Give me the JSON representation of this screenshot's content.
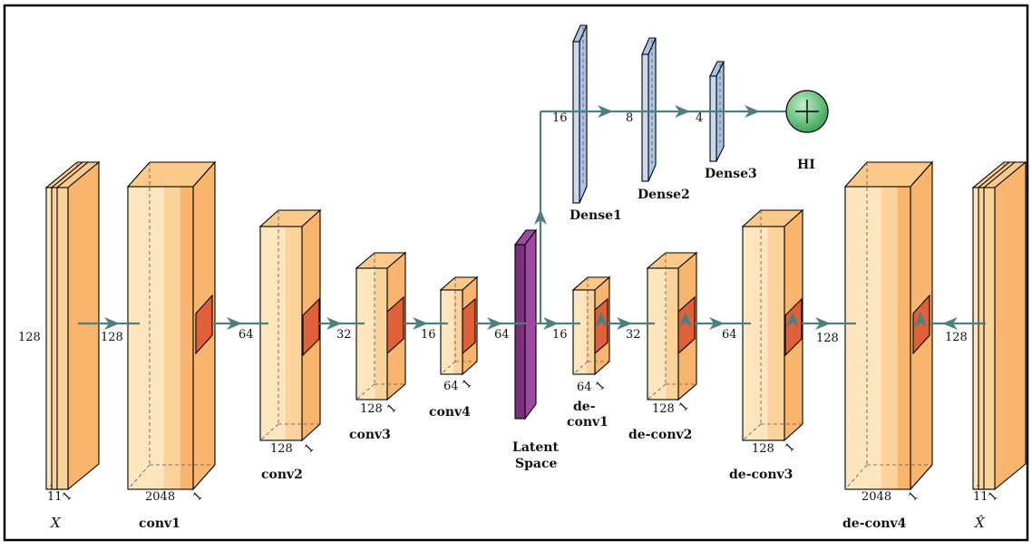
{
  "colors": {
    "front": "#FDE6BE",
    "front_light": "#FEEFD3",
    "front_mid": "#FAD29A",
    "side": "#F9B56E",
    "top": "#FBC98A",
    "edge": "#000000",
    "kernel": "#E0603A",
    "latent": "#7B2F7E",
    "latent_top": "#9C4AA0",
    "dense": "#C7DAF0",
    "dense_side": "#A9C4E4",
    "arrow": "#4E7F80",
    "hi_fill": "#6CC47F",
    "frame": "#000000"
  },
  "labels": {
    "input": "X",
    "output": "X̂",
    "conv1": "conv1",
    "conv2": "conv2",
    "conv3": "conv3",
    "conv4": "conv4",
    "latent_line1": "Latent",
    "latent_line2": "Space",
    "deconv1_line1": "de-",
    "deconv1_line2": "conv1",
    "deconv2": "de-conv2",
    "deconv3": "de-conv3",
    "deconv4": "de-conv4",
    "dense1": "Dense1",
    "dense2": "Dense2",
    "dense3": "Dense3",
    "hi": "HI"
  },
  "dims": {
    "input_h": "128",
    "input_w": "11",
    "input_d": "1",
    "conv1_in": "128",
    "conv1_w": "2048",
    "conv1_d": "1",
    "conv2_in": "64",
    "conv2_w": "128",
    "conv2_d": "1",
    "conv3_in": "32",
    "conv3_w": "128",
    "conv3_d": "1",
    "conv4_in": "16",
    "conv4_w": "64",
    "conv4_d": "1",
    "latent_in": "64",
    "deconv1_in": "16",
    "deconv1_w": "64",
    "deconv1_d": "1",
    "deconv2_in": "32",
    "deconv2_w": "128",
    "deconv2_d": "1",
    "deconv3_in": "64",
    "deconv3_w": "128",
    "deconv3_d": "1",
    "deconv4_in": "128",
    "deconv4_w": "2048",
    "deconv4_d": "1",
    "output_in": "128",
    "output_w": "11",
    "output_d": "1",
    "dense1_in": "16",
    "dense2_in": "8",
    "dense3_in": "4"
  }
}
